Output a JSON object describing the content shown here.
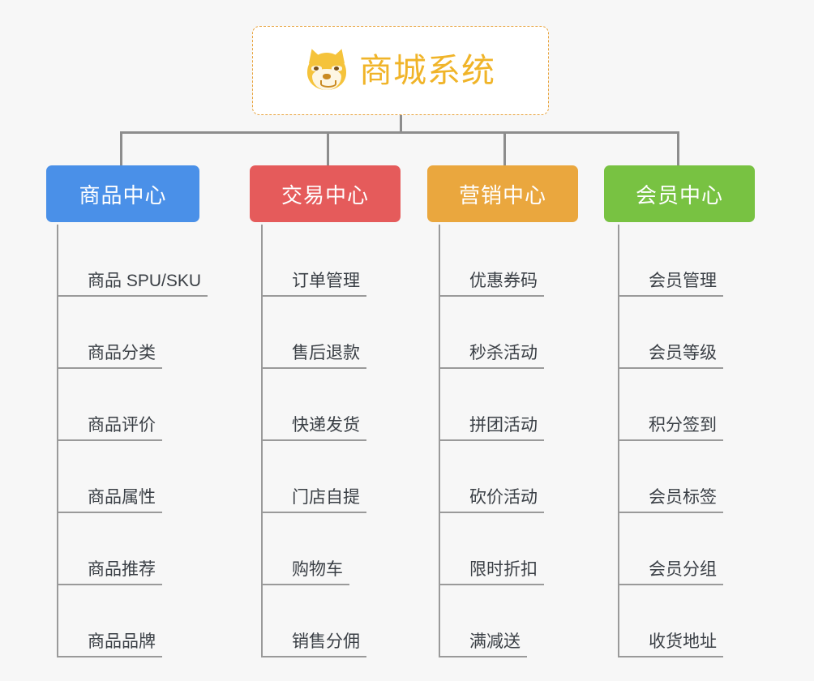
{
  "page": {
    "background_color": "#f7f7f7",
    "connector_color": "#8d8d8d",
    "rail_color": "#9a9a9a",
    "leaf_text_color": "#3a3f45"
  },
  "root": {
    "title": "商城系统",
    "icon": "dog-face-icon",
    "title_color": "#f0b429",
    "border_color": "#e8a33d",
    "background_color": "#ffffff"
  },
  "branches": [
    {
      "title": "商品中心",
      "color": "#4a90e8",
      "items": [
        "商品 SPU/SKU",
        "商品分类",
        "商品评价",
        "商品属性",
        "商品推荐",
        "商品品牌"
      ]
    },
    {
      "title": "交易中心",
      "color": "#e55b5b",
      "items": [
        "订单管理",
        "售后退款",
        "快递发货",
        "门店自提",
        "购物车",
        "销售分佣"
      ]
    },
    {
      "title": "营销中心",
      "color": "#eaa73e",
      "items": [
        "优惠券码",
        "秒杀活动",
        "拼团活动",
        "砍价活动",
        "限时折扣",
        "满减送"
      ]
    },
    {
      "title": "会员中心",
      "color": "#78c242",
      "items": [
        "会员管理",
        "会员等级",
        "积分签到",
        "会员标签",
        "会员分组",
        "收货地址"
      ]
    }
  ]
}
